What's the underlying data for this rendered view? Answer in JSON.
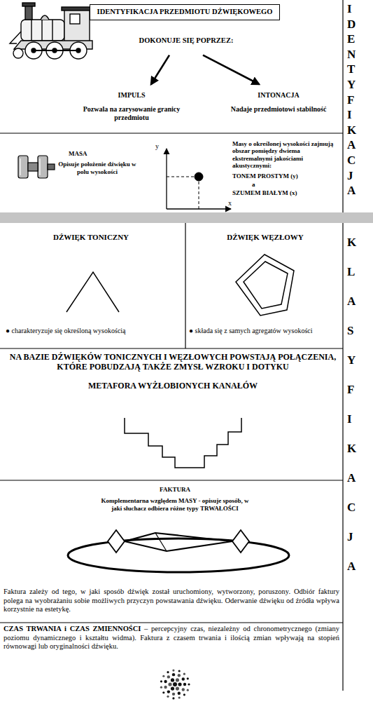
{
  "diagram": {
    "nodes": [
      {
        "text": [
          "IDENTYFIKACJA PRZEDMIOTU DŹWIĘKOWEGO"
        ]
      },
      {
        "text": [
          "DOKONUJE SIĘ POPRZEZ:"
        ]
      },
      {
        "text": [
          "IMPULS",
          "Pozwala na zarysowanie granicy przedmiotu"
        ]
      },
      {
        "text": [
          "INTONACJA",
          "Nadaje przedmiotowi stabilność"
        ]
      }
    ],
    "edges": [
      {
        "from": 1,
        "to": 2,
        "arrow": "to"
      },
      {
        "from": 1,
        "to": 3,
        "arrow": "to"
      }
    ],
    "labels": [
      "IDENTYFIKACJA",
      "MASA",
      "Opisuje położenie dźwięku w polu wysokości",
      "y",
      "x",
      "Masy o określonej wysokości zajmują obszar pomiędzy dwiema ekstremalnymi jakościami akustycznymi:",
      "TONEM PROSTYM (y)",
      "a",
      "SZUMEM BIAŁYM (x)",
      "KLASYFIKACJA",
      "DŹWIĘK TONICZNY",
      "● charakteryzuje się określoną wysokością",
      "DŹWIĘK WĘZŁOWY",
      "● składa się z samych agregatów wysokości",
      "NA BAZIE DŹWIĘKÓW TONICZNYCH I WĘZŁOWYCH POWSTAJĄ POŁĄCZENIA, KTÓRE POBUDZAJĄ TAKŻE ZMYSŁ WZROKU I DOTYKU",
      "METAFORA WYŻŁOBIONYCH KANAŁÓW",
      "FAKTURA",
      "Komplementarna względem MASY - opisuje sposób, w jaki słuchacz odbiera różne typy TRWAŁOŚCI",
      "Faktura zależy od tego, w jaki sposób dźwięk został uruchomiony, wytworzony, poruszony. Odbiór faktury polega na wyobrażaniu sobie możliwych przyczyn powstawania dźwięku. Oderwanie dźwięku od źródła wpływa korzystnie na estetykę.",
      "CZAS TRWANIA i CZAS ZMIENNOŚCI",
      " – percepcyjny czas, niezależny od chronometrycznego (zmiany poziomu dynamicznego i kształtu widma). Faktura z czasem trwania i ilością zmian wpływają na stopień równowagi lub oryginalności dźwięku."
    ]
  }
}
